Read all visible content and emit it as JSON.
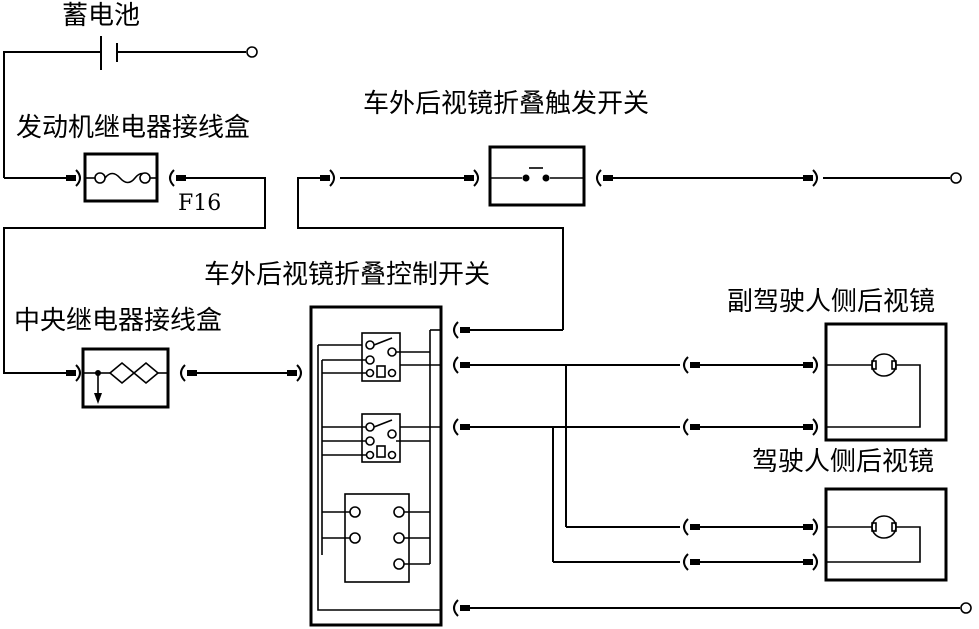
{
  "labels": {
    "battery": "蓄电池",
    "engine_relay_box": "发动机继电器接线盒",
    "fuse": "F16",
    "fold_trigger_switch": "车外后视镜折叠触发开关",
    "fold_control_switch": "车外后视镜折叠控制开关",
    "central_relay_box": "中央继电器接线盒",
    "passenger_mirror": "副驾驶人侧后视镜",
    "driver_mirror": "驾驶人侧后视镜"
  },
  "colors": {
    "line": "#000000",
    "background": "#ffffff"
  }
}
